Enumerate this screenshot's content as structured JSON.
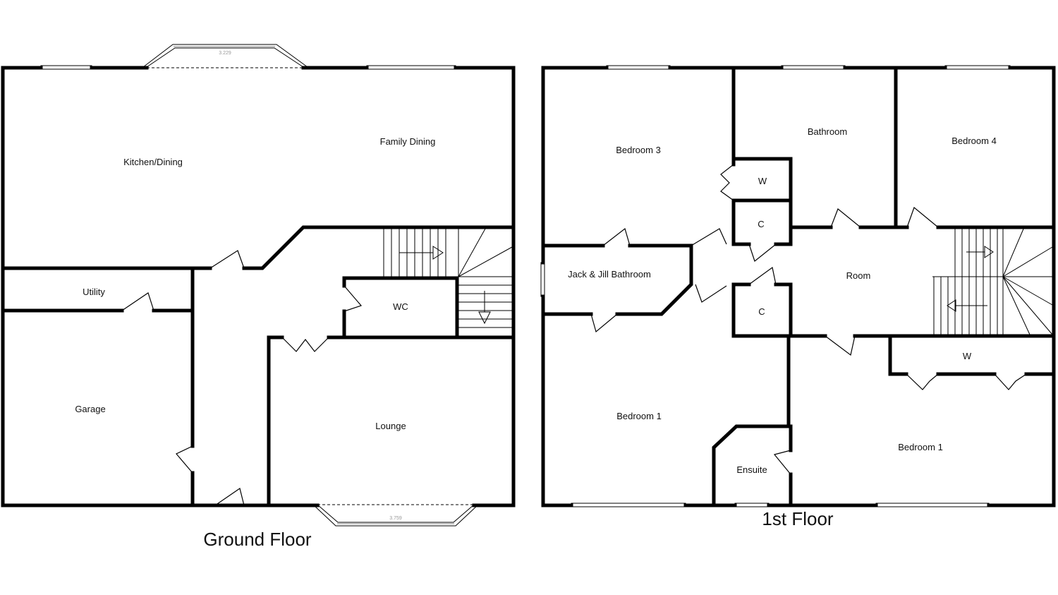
{
  "floors": [
    {
      "title": "Ground Floor",
      "rooms": {
        "kitchen_dining": "Kitchen/Dining",
        "family_dining": "Family Dining",
        "utility": "Utility",
        "wc": "WC",
        "garage": "Garage",
        "lounge": "Lounge"
      },
      "bay_dims": {
        "rear": "3.229",
        "front": "3.759"
      }
    },
    {
      "title": "1st Floor",
      "rooms": {
        "bedroom_3": "Bedroom 3",
        "bathroom": "Bathroom",
        "bedroom_4": "Bedroom 4",
        "w_top": "W",
        "c_top": "C",
        "c_bottom": "C",
        "jack_jill": "Jack & Jill Bathroom",
        "room": "Room",
        "w_right": "W",
        "bedroom_1_left": "Bedroom 1",
        "bedroom_1_right": "Bedroom 1",
        "ensuite": "Ensuite"
      }
    }
  ]
}
